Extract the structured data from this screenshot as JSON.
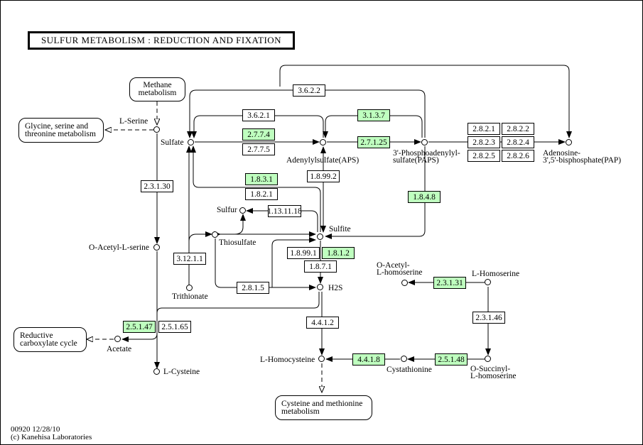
{
  "title": "SULFUR METABOLISM : REDUCTION AND FIXATION",
  "colors": {
    "highlight": "#bfffbf",
    "line": "#000000",
    "background": "#ffffff"
  },
  "maps": {
    "methane": "Methane metabolism",
    "methane_l1": "Methane",
    "methane_l2": "metabolism",
    "glycine_l1": "Glycine, serine and",
    "glycine_l2": "threonine metabolism",
    "reductive_l1": "Reductive",
    "reductive_l2": "carboxylate cycle",
    "cysmet_l1": "Cysteine and methionine",
    "cysmet_l2": "metabolism"
  },
  "compounds": {
    "l_serine": "L-Serine",
    "sulfate": "Sulfate",
    "aps": "Adenylylsulfate(APS)",
    "paps_l1": "3'-Phosphoadenylyl-",
    "paps_l2": "sulfate(PAPS)",
    "pap_l1": "Adenosine-",
    "pap_l2": "3',5'-bisphosphate(PAP)",
    "sulfur": "Sulfur",
    "sulfite": "Sulfite",
    "thiosulfate": "Thiosulfate",
    "trithionate": "Trithionate",
    "o_acetyl_serine": "O-Acetyl-L-serine",
    "h2s": "H2S",
    "acetate": "Acetate",
    "l_cysteine": "L-Cysteine",
    "l_homocysteine": "L-Homocysteine",
    "cystathionine": "Cystathionine",
    "o_acetyl_hs_l1": "O-Acetyl-",
    "o_acetyl_hs_l2": "L-homoserine",
    "l_homoserine": "L-Homoserine",
    "o_succinyl_hs_l1": "O-Succinyl-",
    "o_succinyl_hs_l2": "L-homoserine"
  },
  "enzymes": {
    "e3622": "3.6.2.2",
    "e3621": "3.6.2.1",
    "e3137": "3.1.3.7",
    "e2774": "2.7.7.4",
    "e2775": "2.7.7.5",
    "e27125": "2.7.1.25",
    "e2821": "2.8.2.1",
    "e2822": "2.8.2.2",
    "e2823": "2.8.2.3",
    "e2824": "2.8.2.4",
    "e2825": "2.8.2.5",
    "e2826": "2.8.2.6",
    "e23130": "2.3.1.30",
    "e1831": "1.8.3.1",
    "e1821": "1.8.2.1",
    "e18992": "1.8.99.2",
    "e1848": "1.8.4.8",
    "e1131118": "1.13.11.18",
    "e31211": "3.12.1.1",
    "e18991": "1.8.99.1",
    "e1812": "1.8.1.2",
    "e1871": "1.8.7.1",
    "e2815": "2.8.1.5",
    "e25147": "2.5.1.47",
    "e25165": "2.5.1.65",
    "e4412": "4.4.1.2",
    "e4418": "4.4.1.8",
    "e25148": "2.5.1.48",
    "e23131": "2.3.1.31",
    "e23146": "2.3.1.46"
  },
  "highlighted": [
    "2.7.7.4",
    "3.1.3.7",
    "2.7.1.25",
    "1.8.3.1",
    "1.8.4.8",
    "1.8.1.2",
    "2.5.1.47",
    "4.4.1.8",
    "2.5.1.48",
    "2.3.1.31"
  ],
  "footer": {
    "line1": "00920 12/28/10",
    "line2": "(c) Kanehisa Laboratories"
  }
}
